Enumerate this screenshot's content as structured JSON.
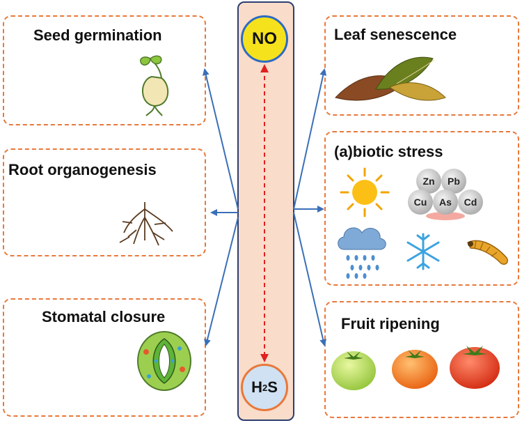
{
  "center": {
    "top_node": "NO",
    "bottom_node_main": "H",
    "bottom_node_sub": "2",
    "bottom_node_tail": "S"
  },
  "left_boxes": [
    {
      "title": "Seed germination",
      "icon": "seedling-icon"
    },
    {
      "title": "Root organogenesis",
      "icon": "roots-icon"
    },
    {
      "title": "Stomatal closure",
      "icon": "stomata-icon"
    }
  ],
  "right_boxes": [
    {
      "title": "Leaf senescence",
      "icon": "leaves-icon"
    },
    {
      "title": "(a)biotic stress",
      "icons": [
        "sun-icon",
        "heavy-metals-icon",
        "rain-cloud-icon",
        "snowflake-icon",
        "larva-icon"
      ],
      "metals": [
        "Zn",
        "Pb",
        "Cu",
        "As",
        "Cd"
      ]
    },
    {
      "title": "Fruit ripening",
      "icons": [
        "green-tomato-icon",
        "orange-tomato-icon",
        "red-tomato-icon"
      ]
    }
  ],
  "colors": {
    "box_border": "#e8783a",
    "arrow": "#3a6fb8",
    "dashed_arrow": "#e02020",
    "center_fill": "#f9dcc9",
    "no_fill": "#f6e21c",
    "h2s_fill": "#cfe1f3"
  }
}
